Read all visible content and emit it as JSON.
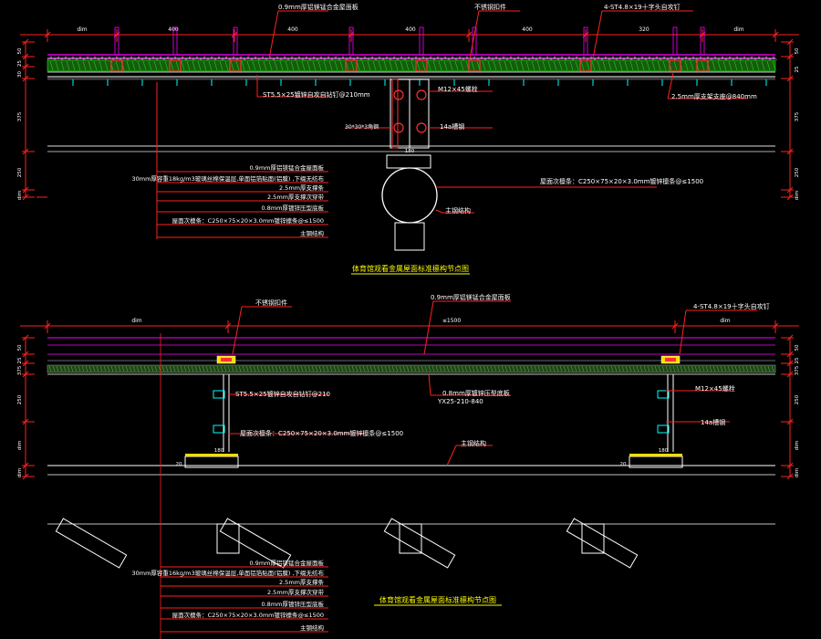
{
  "colors": {
    "background": "#000000",
    "dim": "#ff2020",
    "dim_text": "#ffffff",
    "roof_sheet": "#ff00ff",
    "insulation": "#00ff00",
    "purlin": "#ffffff",
    "bracket": "#ff3030",
    "bolt": "#00ffff",
    "label": "#ffffff",
    "title": "#ffff00"
  },
  "top": {
    "title": "体育馆观看金属屋面标准檩构节点图",
    "dims_top": [
      "dim",
      "400",
      "400",
      "400",
      "400",
      "320",
      "dim"
    ],
    "dims_left": [
      "50",
      "25",
      "30",
      "375",
      "250",
      "dim",
      "dim"
    ],
    "dims_right": [
      "50",
      "25",
      "375",
      "250",
      "dim",
      "dim"
    ],
    "label_sheet": "0.9mm厚铝镁锰合金屋面板",
    "label_corner": "不锈钢扣件",
    "label_screw_top": "4-ST4.8×19十字头自攻钉",
    "label_screw": "ST5.5×25镀锌自攻自钻钉@210mm",
    "label_bolt": "M12×45螺栓",
    "label_plate": "2.5mm厚支架支座@840mm",
    "label_angle": "30*30*3角钢",
    "label_clip": "14a槽钢",
    "label_180": "180",
    "label_purlin": "屋面次檩条：C250×75×20×3.0mm镀锌檩条@≤1500",
    "label_pipe": "主钢结构",
    "legend": [
      "0.9mm厚铝镁锰合金屋面板",
      "30mm厚容重18kg/m3玻璃丝棉保温层,单面铝箔贴面(铝膜) ,下缀无纺布",
      "2.5mm厚支撑条",
      "2.5mm厚支撑次穿带",
      "0.8mm厚镀锌压型底板",
      "屋面次檩条：C250×75×20×3.0mm镀锌檩条@≤1500",
      "主钢结构"
    ]
  },
  "bottom": {
    "title": "体育馆观看金属屋面标准檩构节点图",
    "dims_top": [
      "dim",
      "≤1500",
      "dim"
    ],
    "dims_left": [
      "50",
      "25",
      "375",
      "250",
      "dim",
      "dim"
    ],
    "dims_right": [
      "50",
      "25",
      "375",
      "250",
      "dim",
      "dim"
    ],
    "label_corner": "不锈钢扣件",
    "label_sheet": "0.9mm厚铝镁锰合金屋面板",
    "label_screw_top": "4-ST4.8×19十字头自攻钉",
    "label_screw": "ST5.5×25镀锌自攻自钻钉@210",
    "label_deck": "0.8mm厚镀锌压型底板",
    "label_deck_code": "YX25-210-840",
    "label_bolt": "M12×45螺栓",
    "label_clip": "14a槽钢",
    "label_purlin": "屋面次檩条：C250×75×20×3.0mm镀锌檩条@≤1500",
    "label_180_a": "180",
    "label_180_b": "180",
    "label_steel": "主钢结构",
    "label_20_a": "20",
    "label_20_b": "20",
    "legend": [
      "0.9mm厚铝镁锰合金屋面板",
      "30mm厚容重16kg/m3玻璃丝棉保温层,单面铝箔贴面(铝膜) ,下缀无纺布",
      "2.5mm厚支撑条",
      "2.5mm厚支撑次穿带",
      "0.8mm厚镀锌压型底板",
      "屋面次檩条：C250×75×20×3.0mm镀锌檩条@≤1500",
      "主钢结构"
    ]
  }
}
